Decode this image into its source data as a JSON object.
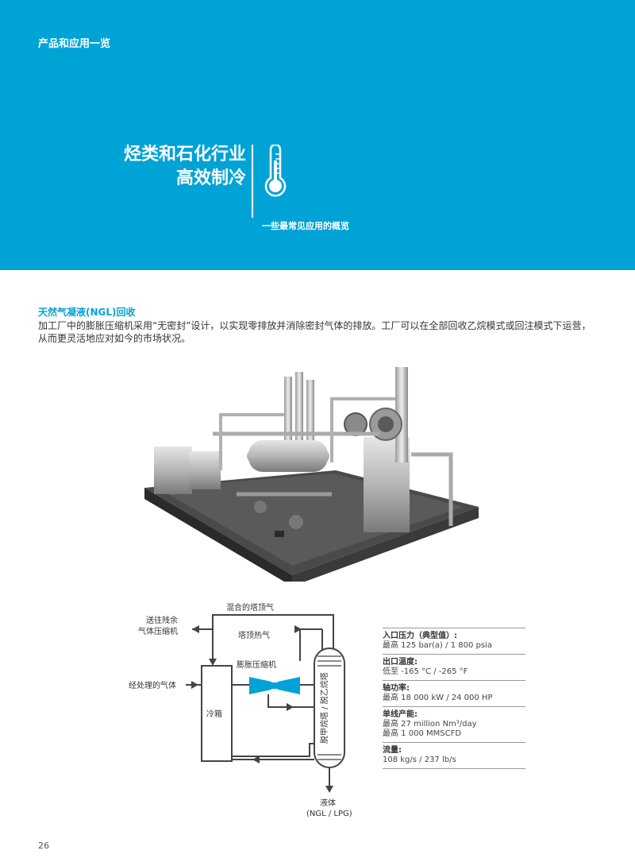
{
  "header": {
    "section_label": "产品和应用一览",
    "title_line1": "烃类和石化行业",
    "title_line2": "高效制冷",
    "subtitle": "一些最常见应用的概览"
  },
  "section": {
    "heading": "天然气凝液(NGL)回收",
    "body": "加工厂中的膨胀压缩机采用“无密封”设计，以实现零排放并消除密封气体的排放。工厂可以在全部回收乙烷模式或回注模式下运营，从而更灵活地应对如今的市场状况。"
  },
  "diagram": {
    "mixed_overhead": "混合的塔顶气",
    "to_residual_line1": "送往残余",
    "to_residual_line2": "气体压缩机",
    "overhead_hot": "塔顶热气",
    "expander_compressor": "膨胀压缩机",
    "treated_gas": "经处理的气体",
    "cold_box": "冷箱",
    "column_label": "脱甲烷塔 / 脱乙烷塔",
    "liquid": "液体",
    "liquid_sub": "(NGL / LPG)"
  },
  "specs": [
    {
      "label": "入口压力（典型值）:",
      "lines": [
        "最高   125 bar(a) / 1 800 psia"
      ]
    },
    {
      "label": "出口温度:",
      "lines": [
        "低至   -165 °C / -265 °F"
      ]
    },
    {
      "label": "轴功率:",
      "lines": [
        "最高   18 000 kW / 24 000 HP"
      ]
    },
    {
      "label": "单线产能:",
      "lines": [
        "最高   27 million Nm³/day",
        "最高   1 000 MMSCFD"
      ]
    },
    {
      "label": "流量:",
      "lines": [
        "108 kg/s / 237 lb/s"
      ]
    }
  ],
  "page_number": "26",
  "colors": {
    "brand": "#00a3d6",
    "line": "#444444"
  }
}
